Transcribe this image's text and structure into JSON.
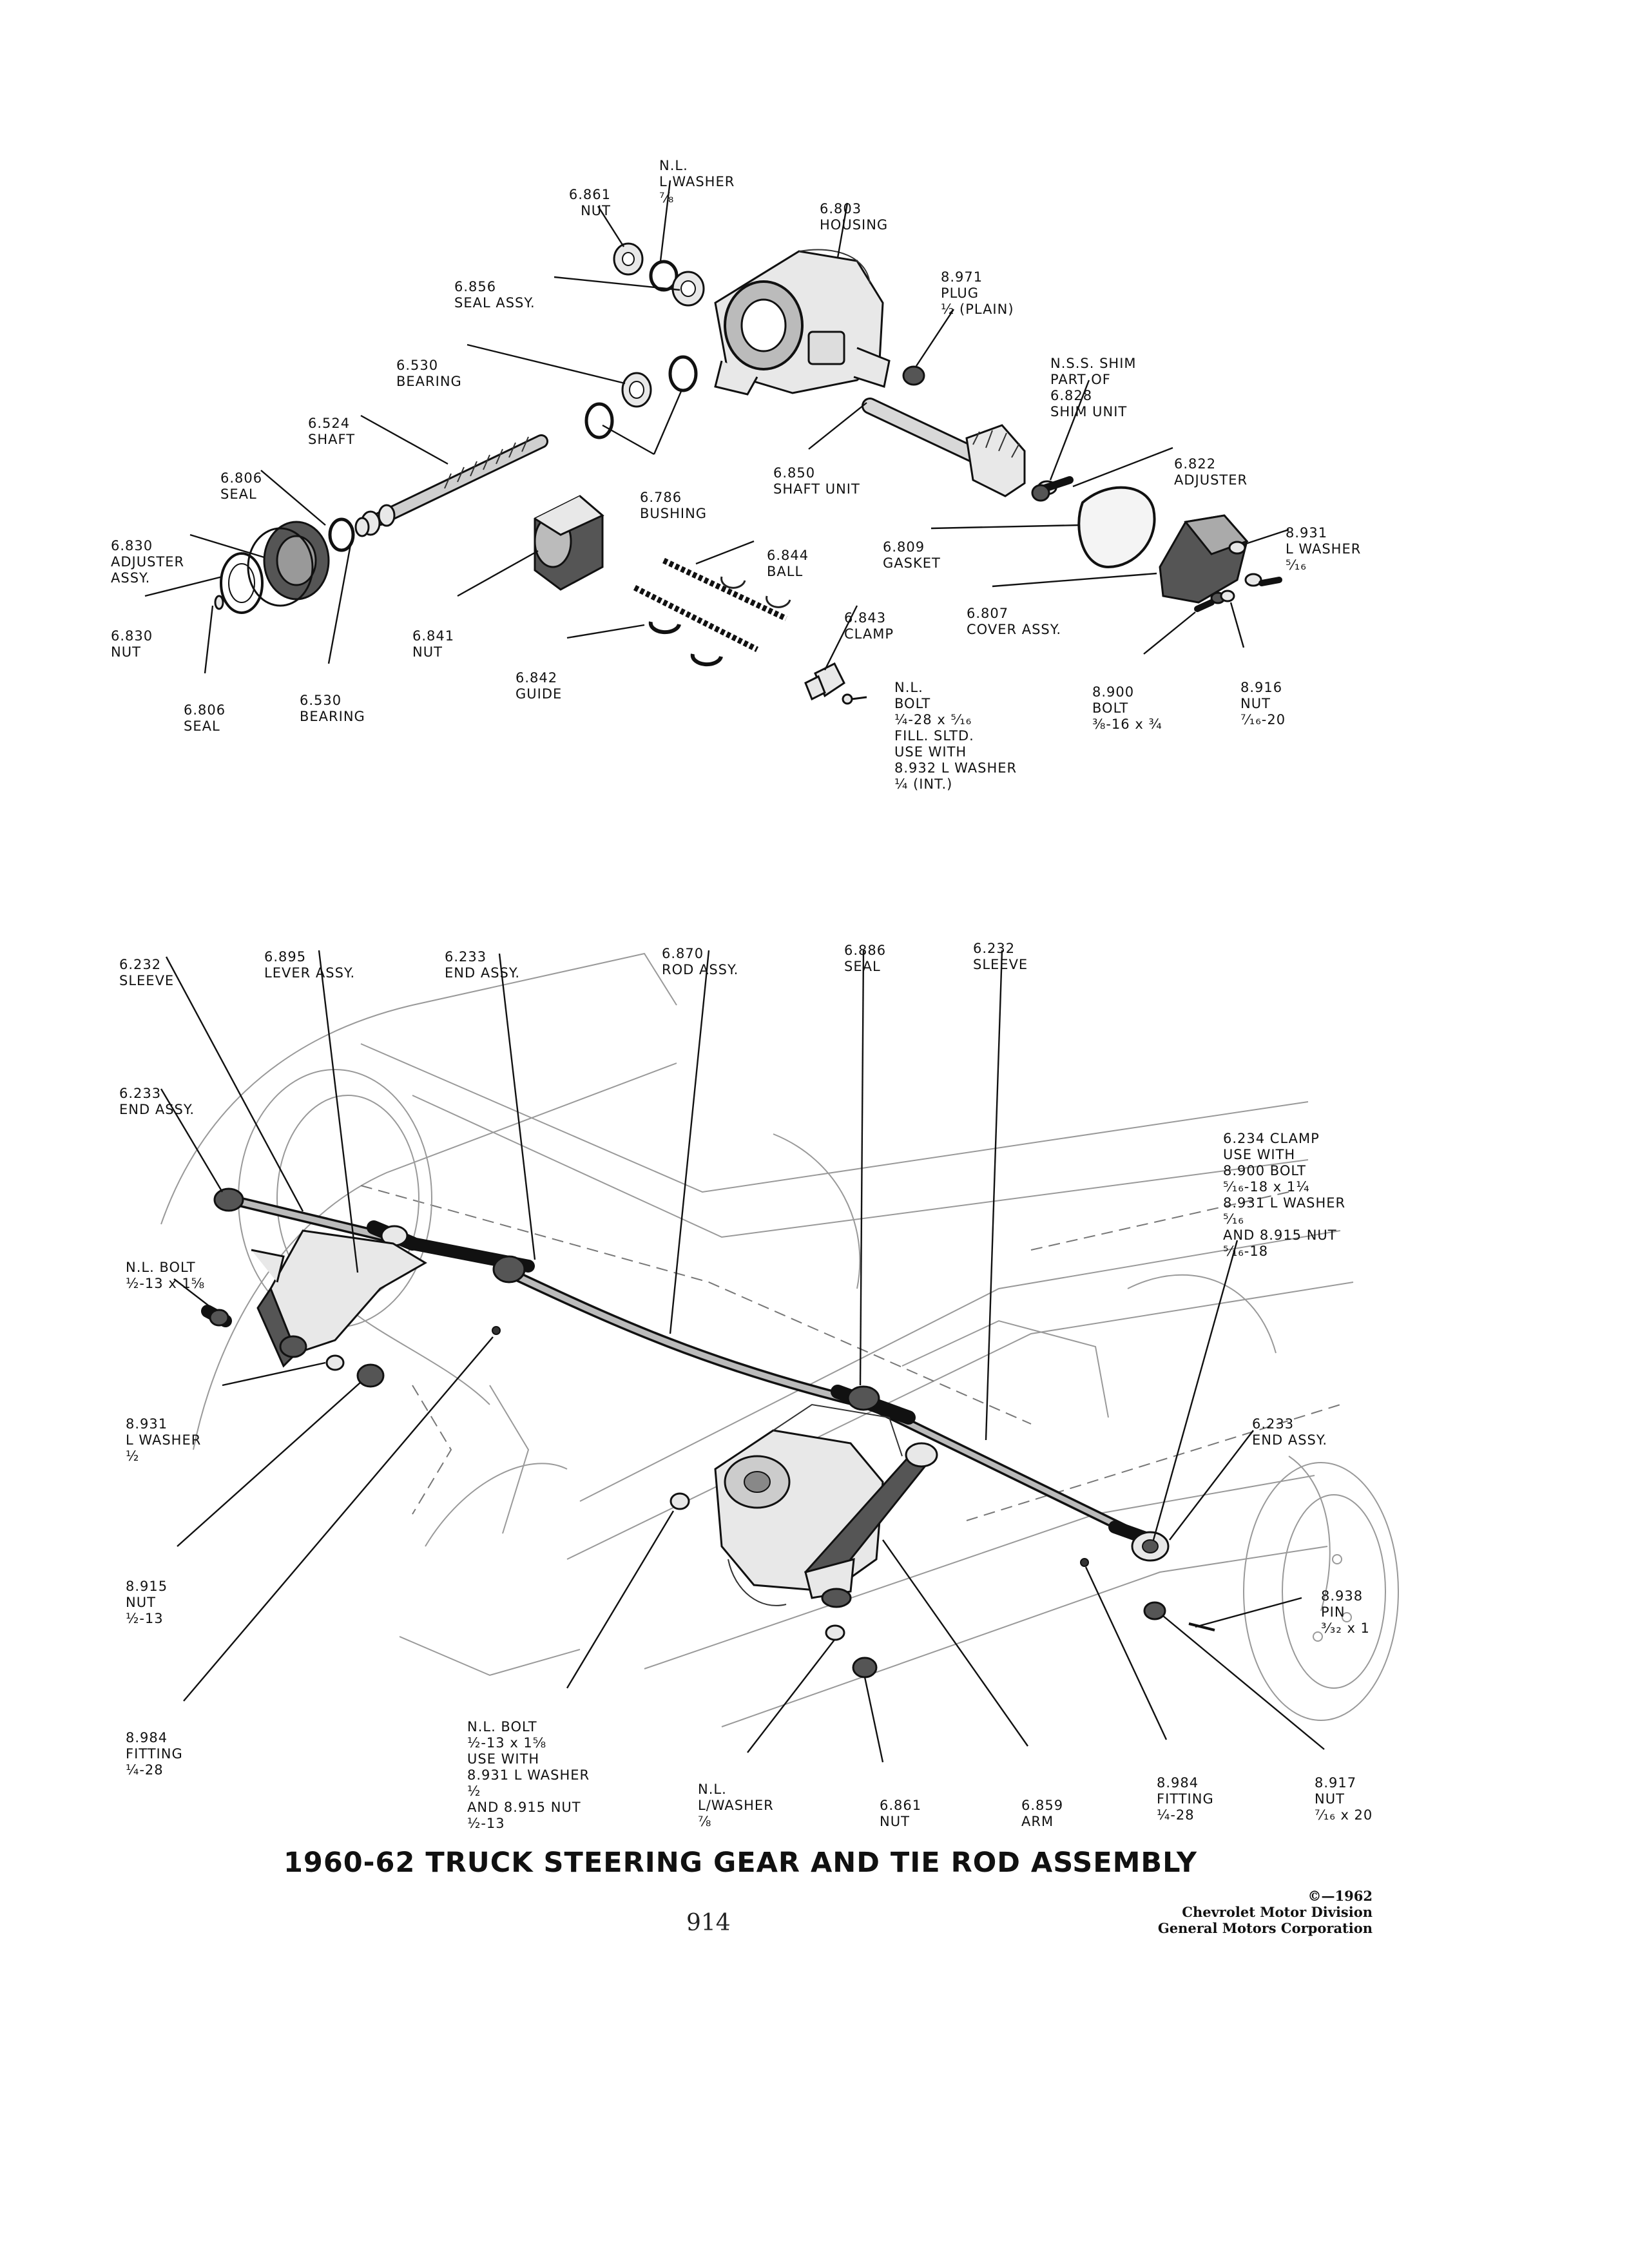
{
  "title": "1960-62 TRUCK STEERING GEAR AND TIE ROD ASSEMBLY",
  "page_number": "914",
  "copyright": {
    "year": "©—1962",
    "division": "Chevrolet Motor Division",
    "corporation": "General Motors Corporation"
  },
  "upper_labels": {
    "nut_6861": [
      "6.861",
      "NUT"
    ],
    "washer_nl": [
      "N.L.",
      "L WASHER",
      "⁷⁄₈"
    ],
    "housing_6803": [
      "6.803",
      "HOUSING"
    ],
    "seal_6856": [
      "6.856",
      "SEAL ASSY."
    ],
    "plug_8971": [
      "8.971",
      "PLUG",
      "½ (PLAIN)"
    ],
    "bearing_6530": [
      "6.530",
      "BEARING"
    ],
    "shim_nss": [
      "N.S.S. SHIM",
      "PART OF",
      "6.828",
      "SHIM UNIT"
    ],
    "shaft_6524": [
      "6.524",
      "SHAFT"
    ],
    "adjuster_6822": [
      "6.822",
      "ADJUSTER"
    ],
    "seal_6806": [
      "6.806",
      "SEAL"
    ],
    "shaft_unit_6850": [
      "6.850",
      "SHAFT UNIT"
    ],
    "bushing_6786": [
      "6.786",
      "BUSHING"
    ],
    "washer_8931": [
      "8.931",
      "L WASHER",
      "⁵⁄₁₆"
    ],
    "adjuster_6830": [
      "6.830",
      "ADJUSTER",
      "ASSY."
    ],
    "ball_6844": [
      "6.844",
      "BALL"
    ],
    "gasket_6809": [
      "6.809",
      "GASKET"
    ],
    "nut_6830": [
      "6.830",
      "NUT"
    ],
    "nut_6841": [
      "6.841",
      "NUT"
    ],
    "clamp_6843": [
      "6.843",
      "CLAMP"
    ],
    "cover_6807": [
      "6.807",
      "COVER ASSY."
    ],
    "guide_6842": [
      "6.842",
      "GUIDE"
    ],
    "seal_6806b": [
      "6.806",
      "SEAL"
    ],
    "bearing_6530b": [
      "6.530",
      "BEARING"
    ],
    "bolt_nl": [
      "N.L.",
      "BOLT",
      "¼-28 x ⁵⁄₁₆",
      "FILL. SLTD.",
      "USE WITH",
      "8.932 L WASHER",
      "¼ (INT.)"
    ],
    "bolt_8900": [
      "8.900",
      "BOLT",
      "⅜-16 x ¾"
    ],
    "nut_8916": [
      "8.916",
      "NUT",
      "⁷⁄₁₆-20"
    ]
  },
  "lower_labels": {
    "sleeve_6232a": [
      "6.232",
      "SLEEVE"
    ],
    "lever_6895": [
      "6.895",
      "LEVER ASSY."
    ],
    "end_6233a": [
      "6.233",
      "END ASSY."
    ],
    "rod_6870": [
      "6.870",
      "ROD ASSY."
    ],
    "seal_6886": [
      "6.886",
      "SEAL"
    ],
    "sleeve_6232b": [
      "6.232",
      "SLEEVE"
    ],
    "end_6233b": [
      "6.233",
      "END ASSY."
    ],
    "clamp_6234": [
      "6.234 CLAMP",
      "USE WITH",
      "8.900 BOLT",
      "⁵⁄₁₆-18 x 1¼",
      "8.931 L WASHER",
      "⁵⁄₁₆",
      "AND 8.915 NUT",
      "⁵⁄₁₆-18"
    ],
    "bolt_nl": [
      "N.L. BOLT",
      "½-13 x 1⅝"
    ],
    "washer_8931": [
      "8.931",
      "L WASHER",
      "½"
    ],
    "end_6233c": [
      "6.233",
      "END ASSY."
    ],
    "nut_8915": [
      "8.915",
      "NUT",
      "½-13"
    ],
    "pin_8938": [
      "8.938",
      "PIN",
      "³⁄₃₂ x 1"
    ],
    "fitting_8984a": [
      "8.984",
      "FITTING",
      "¼-28"
    ],
    "bolt_nl_b": [
      "N.L. BOLT",
      "½-13 x 1⅝",
      "USE WITH",
      "8.931 L WASHER",
      "½",
      "AND 8.915 NUT",
      "½-13"
    ],
    "washer_nl": [
      "N.L.",
      "L/WASHER",
      "⅞"
    ],
    "nut_6861": [
      "6.861",
      "NUT"
    ],
    "arm_6859": [
      "6.859",
      "ARM"
    ],
    "fitting_8984b": [
      "8.984",
      "FITTING",
      "¼-28"
    ],
    "nut_8917": [
      "8.917",
      "NUT",
      "⁷⁄₁₆ x 20"
    ]
  }
}
